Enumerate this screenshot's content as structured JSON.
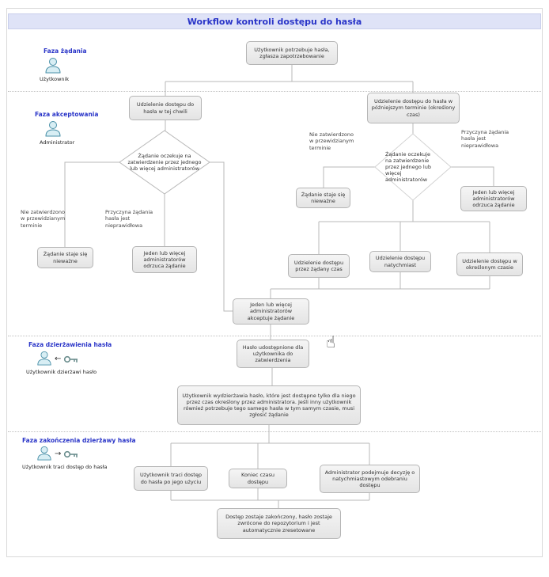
{
  "title": "Workflow kontroli dostępu do hasła",
  "colors": {
    "title_bg": "#dfe3f7",
    "title_text": "#2a35c8",
    "phase_label_text": "#2a35c8",
    "node_fill": "#ededed",
    "node_border": "#b5b5b5",
    "connector": "#b8b8b8",
    "actor_icon_fill": "#d8eef4",
    "actor_icon_stroke": "#4a90a8"
  },
  "phases": [
    {
      "label": "Faza żądania",
      "actor": "Użytkownik"
    },
    {
      "label": "Faza akceptowania",
      "actor": "Administrator"
    },
    {
      "label": "Faza dzierżawienia hasła",
      "actor": "Użytkownik dzierżawi hasło"
    },
    {
      "label": "Faza zakończenia dzierżawy hasła",
      "actor": "Użytkownik traci dostęp do hasła"
    }
  ],
  "icons": {
    "hand_cursor": "☝",
    "arrow_left": "←",
    "arrow_right": "→"
  },
  "nodes": {
    "request": "Użytkownik potrzebuje hasła, zgłasza zapotrzebowanie",
    "access_now": "Udzielenie dostępu do hasła w tej chwili",
    "access_later": "Udzielenie dostępu do hasła w późniejszym terminie (określony czas)",
    "await_left": "Żądanie oczekuje na zatwierdzenie przez jednego lub więcej administratorów",
    "await_right": "Żądanie oczekuje na zatwierdzenie przez jednego lub więcej administratorów",
    "not_approved_left": "Nie zatwierdzono w przewidzianym terminie",
    "reason_left": "Przyczyna żądania hasła jest nieprawidłowa",
    "not_approved_right": "Nie zatwierdzono w przewidzianym terminie",
    "reason_right": "Przyczyna żądania hasła jest nieprawidłowa",
    "invalid_left": "Żądanie staje się nieważne",
    "reject_left": "Jeden lub więcej administratorów odrzuca żądanie",
    "invalid_right": "Żądanie staje się nieważne",
    "reject_right": "Jeden lub więcej administratorów odrzuca żądanie",
    "access_requested_time": "Udzielenie dostępu przez żądany czas",
    "access_immediate": "Udzielenie dostępu natychmiast",
    "access_defined_time": "Udzielenie dostępu w określonym czasie",
    "accept": "Jeden lub więcej administratorów akceptuje żądanie",
    "password_available": "Hasło udostępnione dla użytkownika do zatwierdzenia",
    "lease_description": "Użytkownik wydzierżawia hasło, które jest dostępne tylko dla niego przez czas określony przez administratora. Jeśli inny użytkownik również potrzebuje tego samego hasła w tym samym czasie, musi zgłosić żądanie",
    "lose_access": "Użytkownik traci dostęp do hasła po jego użyciu",
    "time_end": "Koniec czasu dostępu",
    "admin_decision": "Administrator podejmuje decyzję o natychmiastowym odebraniu dostępu",
    "final": "Dostęp zostaje zakończony, hasło zostaje zwrócone do repozytorium i jest automatycznie zresetowane"
  }
}
